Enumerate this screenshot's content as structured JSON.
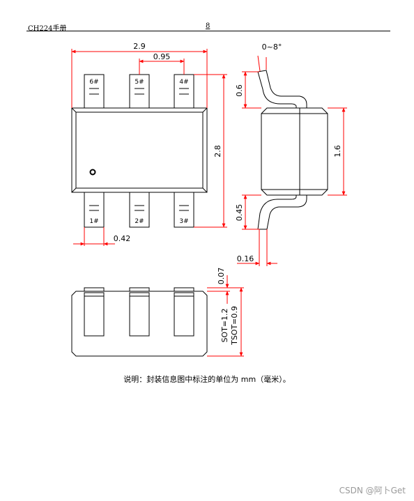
{
  "header": {
    "doc_title": "CH224手册",
    "page_number": "8"
  },
  "colors": {
    "dimension": "#ff0000",
    "outline": "#000000"
  },
  "top_view": {
    "pins_top": [
      "6#",
      "5#",
      "4#"
    ],
    "pins_bottom": [
      "1#",
      "2#",
      "3#"
    ],
    "dims": {
      "body_width": "2.9",
      "pin_pitch": "0.95",
      "height": "2.8",
      "pin_width": "0.42"
    }
  },
  "side_view": {
    "dims": {
      "angle": "0~8°",
      "lead_upper": "0.6",
      "body_height": "1.6",
      "lead_lower": "0.45",
      "lead_thickness": "0.16"
    }
  },
  "front_view": {
    "dims": {
      "standoff": "0.07",
      "thickness_sot": "SOT=1.2",
      "thickness_tsot": "TSOT=0.9"
    }
  },
  "caption": "说明：封装信息图中标注的单位为 mm（毫米）。",
  "watermark": "CSDN @阿卜Get"
}
